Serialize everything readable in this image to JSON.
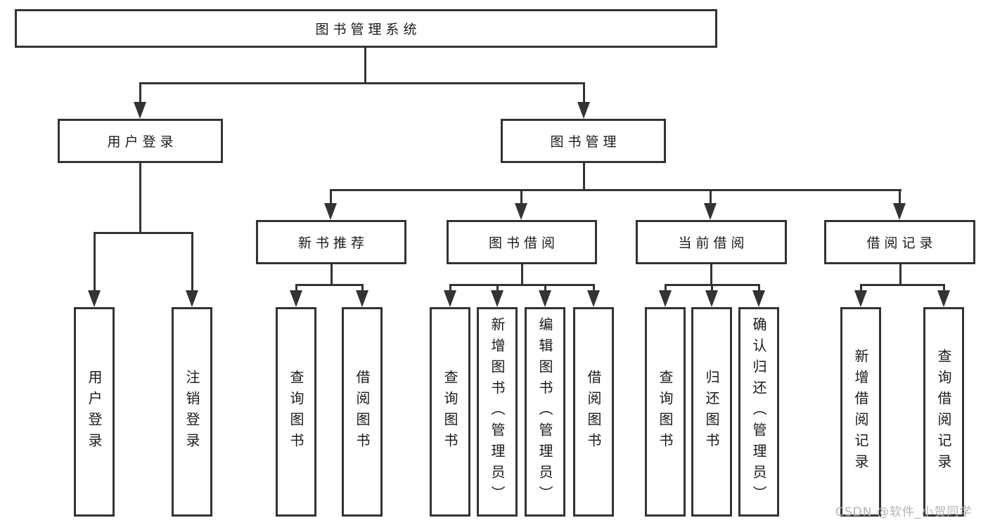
{
  "diagram": {
    "type": "hierarchy-function-structure",
    "colors": {
      "line": "#333333",
      "box_border": "#333333",
      "box_background": "#ffffff",
      "text": "#1a1a1a",
      "watermark": "#b3b3b3"
    },
    "watermark": "CSDN @软件_小贺同学",
    "tree": {
      "label": "图书管理系统",
      "children": [
        {
          "label": "用户登录",
          "children": [
            {
              "label": "用户登录"
            },
            {
              "label": "注销登录"
            }
          ]
        },
        {
          "label": "图书管理",
          "children": [
            {
              "label": "新书推荐",
              "children": [
                {
                  "label": "查询图书"
                },
                {
                  "label": "借阅图书"
                }
              ]
            },
            {
              "label": "图书借阅",
              "children": [
                {
                  "label": "查询图书"
                },
                {
                  "label": "新增图书（管理员）"
                },
                {
                  "label": "编辑图书（管理员）"
                },
                {
                  "label": "借阅图书"
                }
              ]
            },
            {
              "label": "当前借阅",
              "children": [
                {
                  "label": "查询图书"
                },
                {
                  "label": "归还图书"
                },
                {
                  "label": "确认归还（管理员）"
                }
              ]
            },
            {
              "label": "借阅记录",
              "children": [
                {
                  "label": "新增借阅记录"
                },
                {
                  "label": "查询借阅记录"
                }
              ]
            }
          ]
        }
      ]
    }
  }
}
